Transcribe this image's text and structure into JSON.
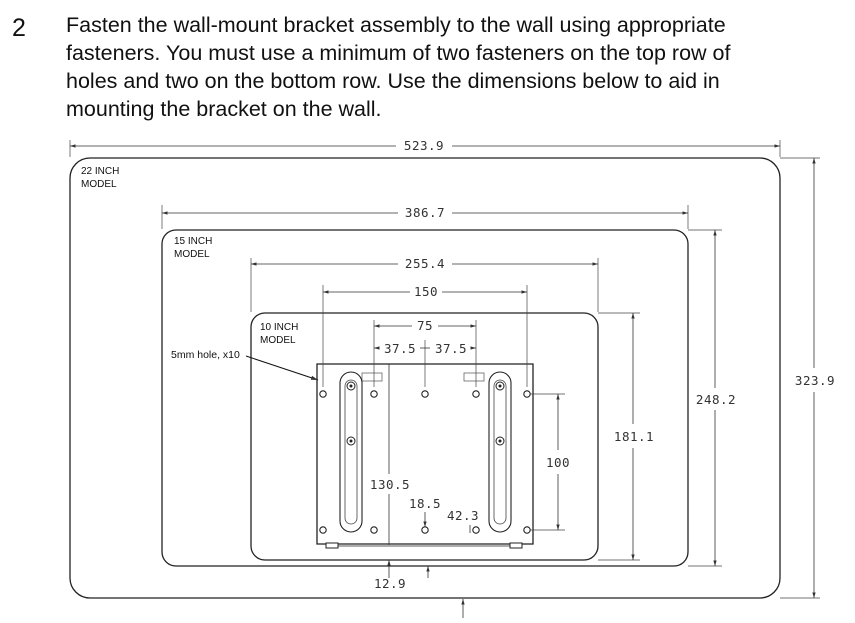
{
  "step": {
    "number": "2",
    "lines": [
      "Fasten the wall-mount bracket assembly to the wall using appropriate",
      "fasteners. You must use a minimum of two fasteners on the top row of",
      "holes and two on the bottom row. Use the dimensions below to aid in",
      "mounting the bracket on the wall."
    ]
  },
  "drawing": {
    "models": {
      "m22": [
        "22 INCH",
        "MODEL"
      ],
      "m15": [
        "15 INCH",
        "MODEL"
      ],
      "m10": [
        "10 INCH",
        "MODEL"
      ]
    },
    "callout": "5mm hole, x10",
    "dimensions": {
      "w22": "523.9",
      "w15": "386.7",
      "w10": "255.4",
      "hole_span": "150",
      "inner_span": "75",
      "half_left": "37.5",
      "half_right": "37.5",
      "h22": "323.9",
      "h15": "248.2",
      "h10": "181.1",
      "vert_holes": "100",
      "bottom_to_holes": "130.5",
      "center_offset": "18.5",
      "lower_offset": "42.3",
      "bottom_gap": "12.9"
    }
  }
}
